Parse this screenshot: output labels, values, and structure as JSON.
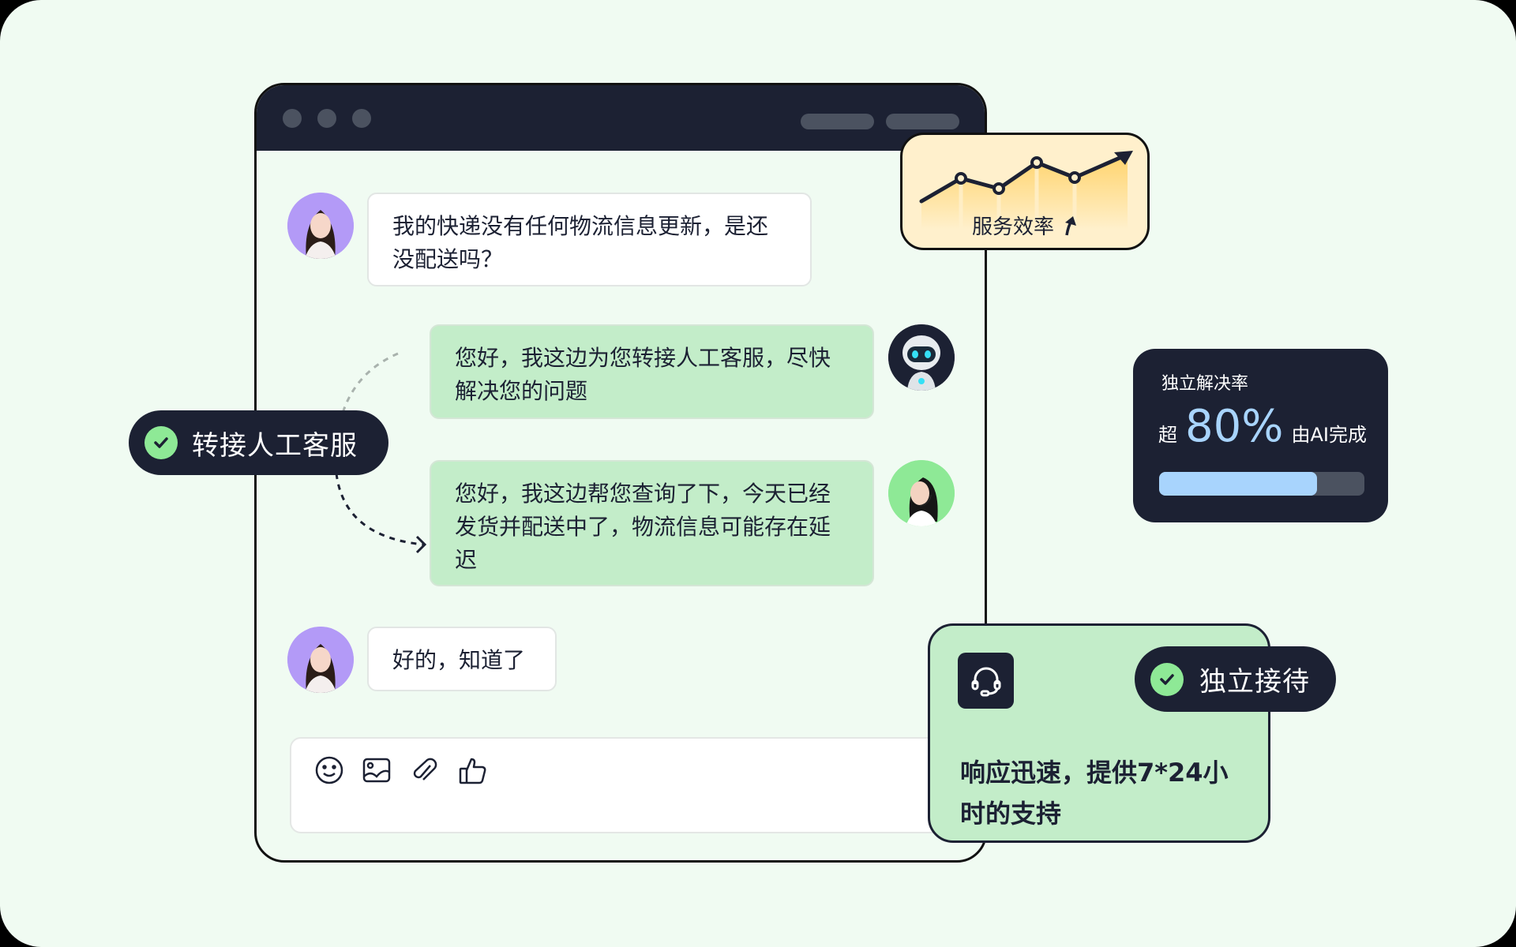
{
  "window": {
    "header_dots": 3,
    "header_bars": 2
  },
  "chat": {
    "messages": [
      {
        "sender": "customer",
        "avatar": "customer-avatar",
        "text": "我的快递没有任何物流信息更新，是还没配送吗？"
      },
      {
        "sender": "bot",
        "avatar": "robot-avatar",
        "text": "您好，我这边为您转接人工客服，尽快解决您的问题"
      },
      {
        "sender": "agent",
        "avatar": "agent-avatar",
        "text": "您好，我这边帮您查询了下，今天已经发货并配送中了，物流信息可能存在延迟"
      },
      {
        "sender": "customer",
        "avatar": "customer-avatar",
        "text": "好的，知道了"
      }
    ],
    "input": {
      "tools": [
        "emoji-icon",
        "image-icon",
        "attachment-icon",
        "thumbs-up-icon"
      ],
      "value": ""
    }
  },
  "badges": {
    "transfer": {
      "label": "转接人工客服",
      "icon": "check-icon"
    },
    "independent": {
      "label": "独立接待",
      "icon": "check-icon"
    }
  },
  "efficiency_card": {
    "label": "服务效率",
    "trend_icon": "arrow-up-icon"
  },
  "resolution_card": {
    "title": "独立解决率",
    "prefix": "超",
    "value": "80%",
    "suffix": "由AI完成",
    "progress": 80,
    "colors": {
      "fill": "#a8d4fd",
      "track": "#4b5260"
    }
  },
  "support_card": {
    "icon": "headset-icon",
    "text_line1": "响应迅速，提供7*24小",
    "text_line2": "时的支持"
  },
  "colors": {
    "background": "#f0fbf2",
    "dark": "#1c2133",
    "bubble_green": "#c3edc9",
    "check_green": "#8ee996",
    "chart_bg": "#fff0cc"
  }
}
